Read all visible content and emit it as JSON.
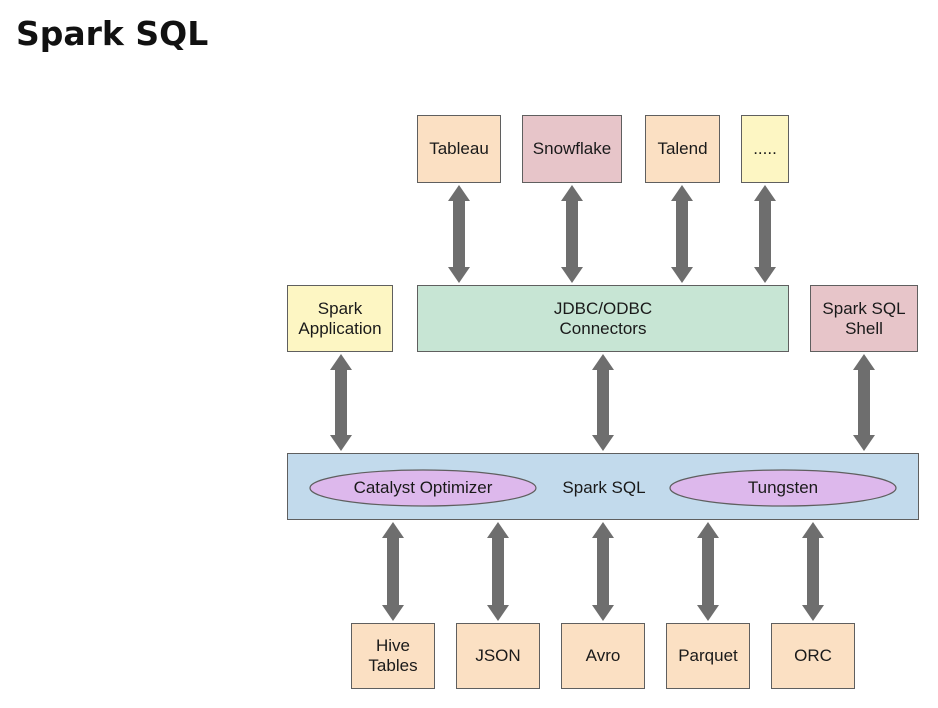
{
  "title": "Spark SQL",
  "top_tools": [
    {
      "label": "Tableau",
      "color": "#fbe0c3"
    },
    {
      "label": "Snowflake",
      "color": "#e7c5c9"
    },
    {
      "label": "Talend",
      "color": "#fbe0c3"
    },
    {
      "label": ".....",
      "color": "#fdf6c3"
    }
  ],
  "middle": {
    "spark_application": "Spark\nApplication",
    "connectors": "JDBC/ODBC\nConnectors",
    "sql_shell": "Spark SQL\nShell"
  },
  "engine": {
    "catalyst": "Catalyst Optimizer",
    "spark_sql": "Spark SQL",
    "tungsten": "Tungsten"
  },
  "data_sources": [
    "Hive\nTables",
    "JSON",
    "Avro",
    "Parquet",
    "ORC"
  ],
  "colors": {
    "peach": "#fbe0c3",
    "pink": "#e7c5c9",
    "yellow": "#fdf6c3",
    "green": "#c7e5d4",
    "blue": "#c2daec",
    "lavender": "#ddb8ec",
    "arrow": "#6e6e6e",
    "highlight": "#d42a2a"
  }
}
